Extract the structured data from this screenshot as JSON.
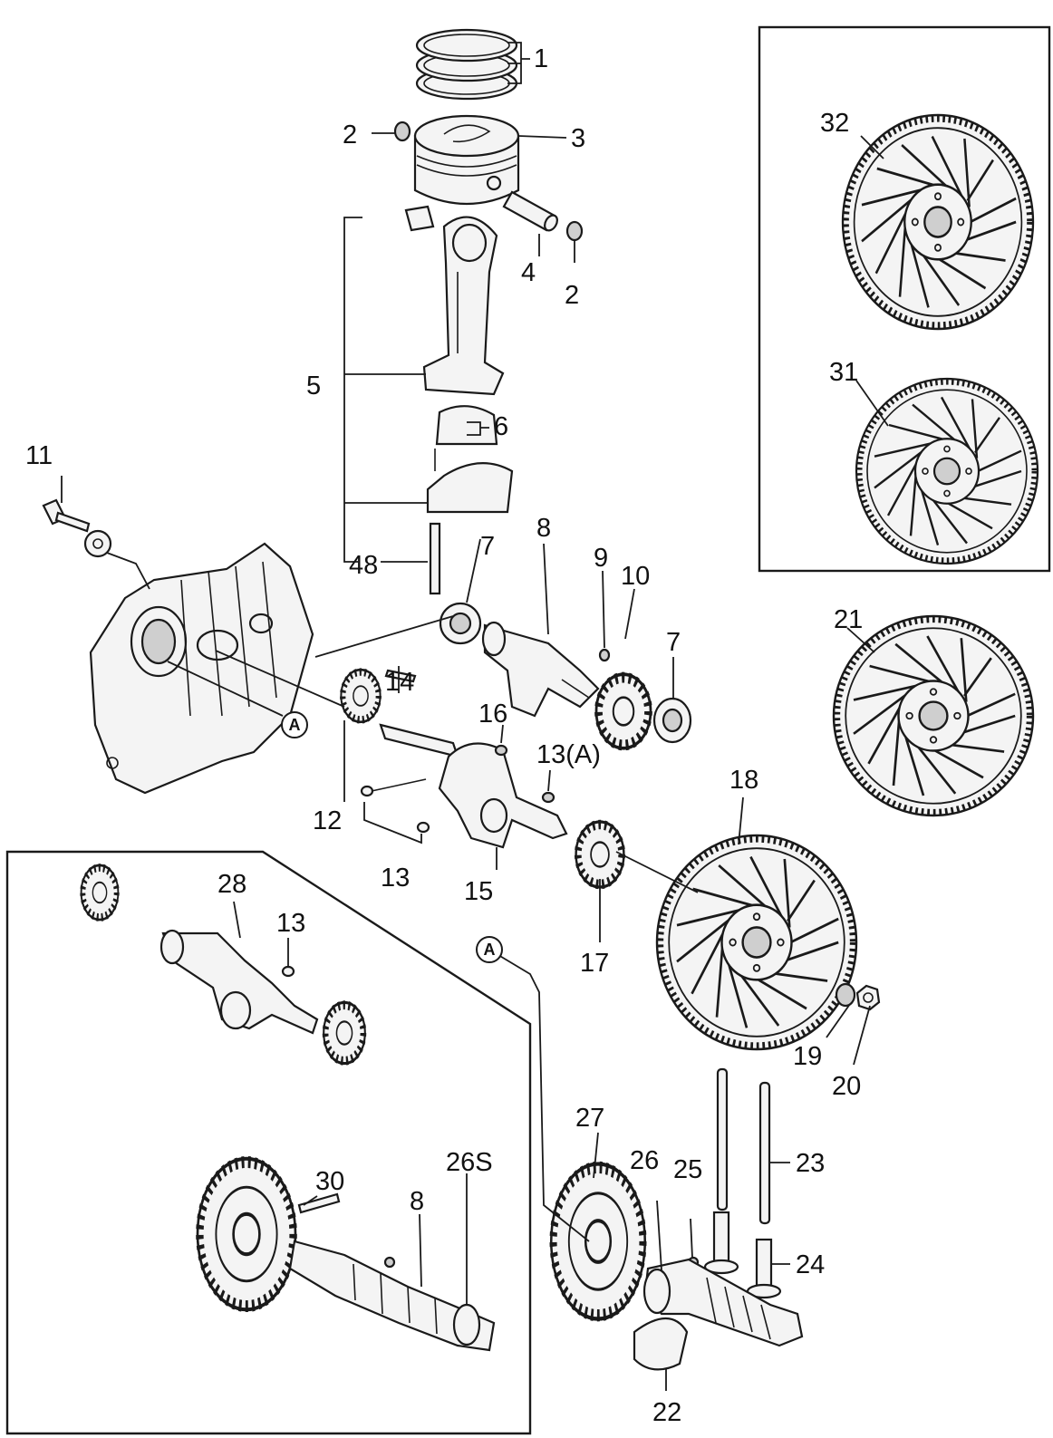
{
  "callouts": {
    "p1": "1",
    "p2a": "2",
    "p2b": "2",
    "p3": "3",
    "p4": "4",
    "p5": "5",
    "p6": "6",
    "p7a": "7",
    "p7b": "7",
    "p8a": "8",
    "p8b": "8",
    "p9": "9",
    "p10": "10",
    "p11": "11",
    "p12": "12",
    "p13a": "13",
    "p13b": "13",
    "p13c": "13(A)",
    "p14": "14",
    "p15": "15",
    "p16": "16",
    "p17": "17",
    "p18": "18",
    "p19": "19",
    "p20": "20",
    "p21": "21",
    "p22": "22",
    "p23": "23",
    "p24": "24",
    "p25": "25",
    "p26": "26",
    "p26s": "26S",
    "p27": "27",
    "p28": "28",
    "p30": "30",
    "p31": "31",
    "p32": "32",
    "p48": "48"
  },
  "reference_marks": {
    "a1": "A",
    "a2": "A"
  }
}
